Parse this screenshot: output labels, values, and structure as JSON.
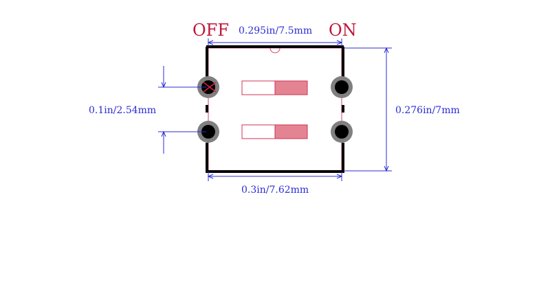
{
  "labels": {
    "off": "OFF",
    "on": "ON",
    "top_width": "0.295in/7.5mm",
    "pitch": "0.1in/2.54mm",
    "height": "0.276in/7mm",
    "row_spacing": "0.3in/7.62mm"
  },
  "colors": {
    "dimension": "#2b2bd6",
    "state_label": "#c0163c",
    "outline": "#000000",
    "pad_ring": "#808080",
    "switch_fill": "#e48493",
    "switch_border": "#d03050"
  },
  "switches": [
    {
      "name": "switch-1",
      "state": "on"
    },
    {
      "name": "switch-2",
      "state": "on"
    }
  ]
}
